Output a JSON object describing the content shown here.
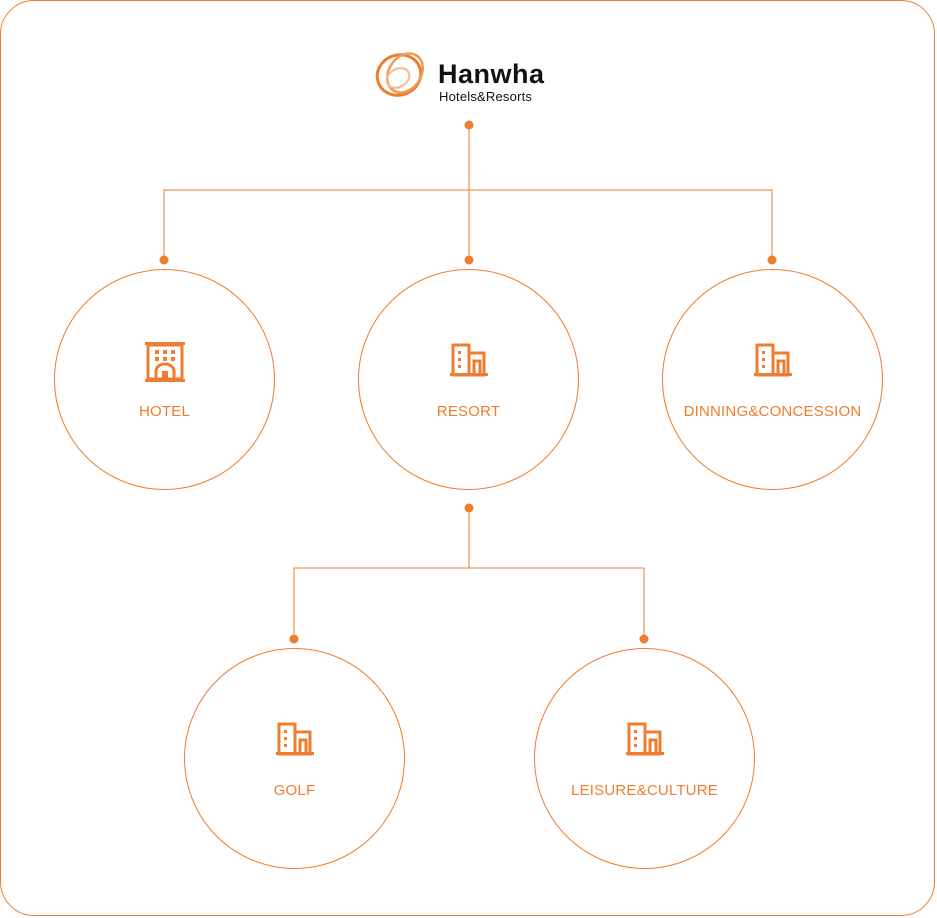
{
  "brand": {
    "name": "Hanwha",
    "subtitle": "Hotels&Resorts",
    "accent_color": "#ee7d2f"
  },
  "nodes": [
    {
      "label": "HOTEL",
      "icon": "hotel-building-icon"
    },
    {
      "label": "RESORT",
      "icon": "building-icon"
    },
    {
      "label": "DINNING&CONCESSION",
      "icon": "building-icon"
    },
    {
      "label": "GOLF",
      "icon": "building-icon"
    },
    {
      "label": "LEISURE&CULTURE",
      "icon": "building-icon"
    }
  ]
}
